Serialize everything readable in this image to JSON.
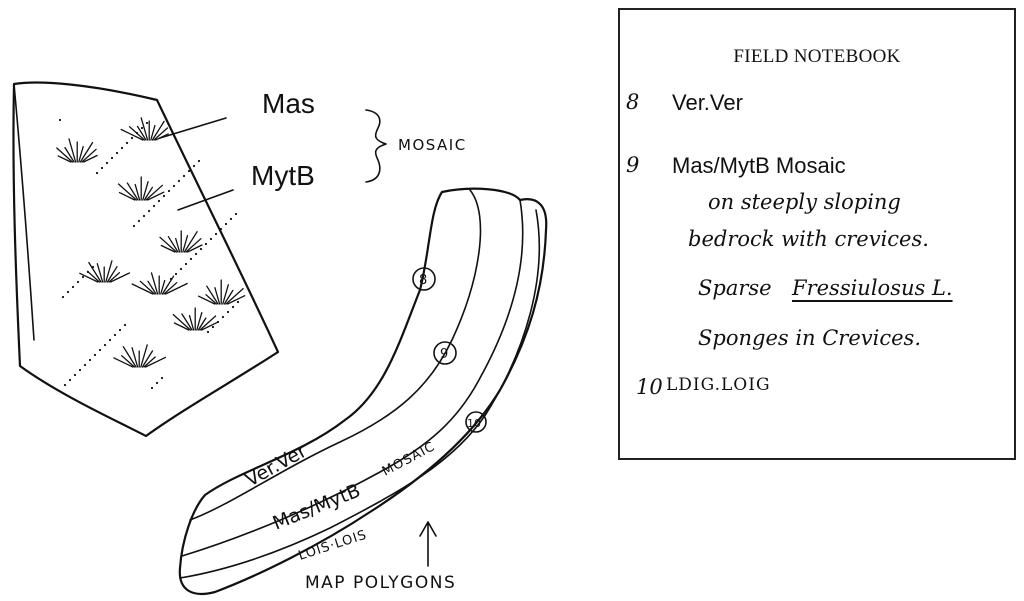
{
  "block_labels": {
    "top": "Mas",
    "bottom": "MytB",
    "bracket": "MOSAIC"
  },
  "map": {
    "circle_labels": [
      "8",
      "9",
      "10"
    ],
    "units": [
      "Ver.Ver",
      "Mas/MytB",
      "MOSAIC",
      "LOIS·LOIS"
    ],
    "caption": "MAP POLYGONS"
  },
  "notebook": {
    "title": "FIELD NOTEBOOK",
    "entries": [
      {
        "number": "8",
        "text": "Ver.Ver"
      },
      {
        "number": "9",
        "text": "Mas/MytB Mosaic",
        "notes": [
          "on steeply sloping",
          "bedrock with crevices.",
          "Sparse",
          "Fressiulosus L.",
          "Sponges in Crevices."
        ]
      },
      {
        "number": "10",
        "text": "LDIG.LOIG"
      }
    ]
  }
}
